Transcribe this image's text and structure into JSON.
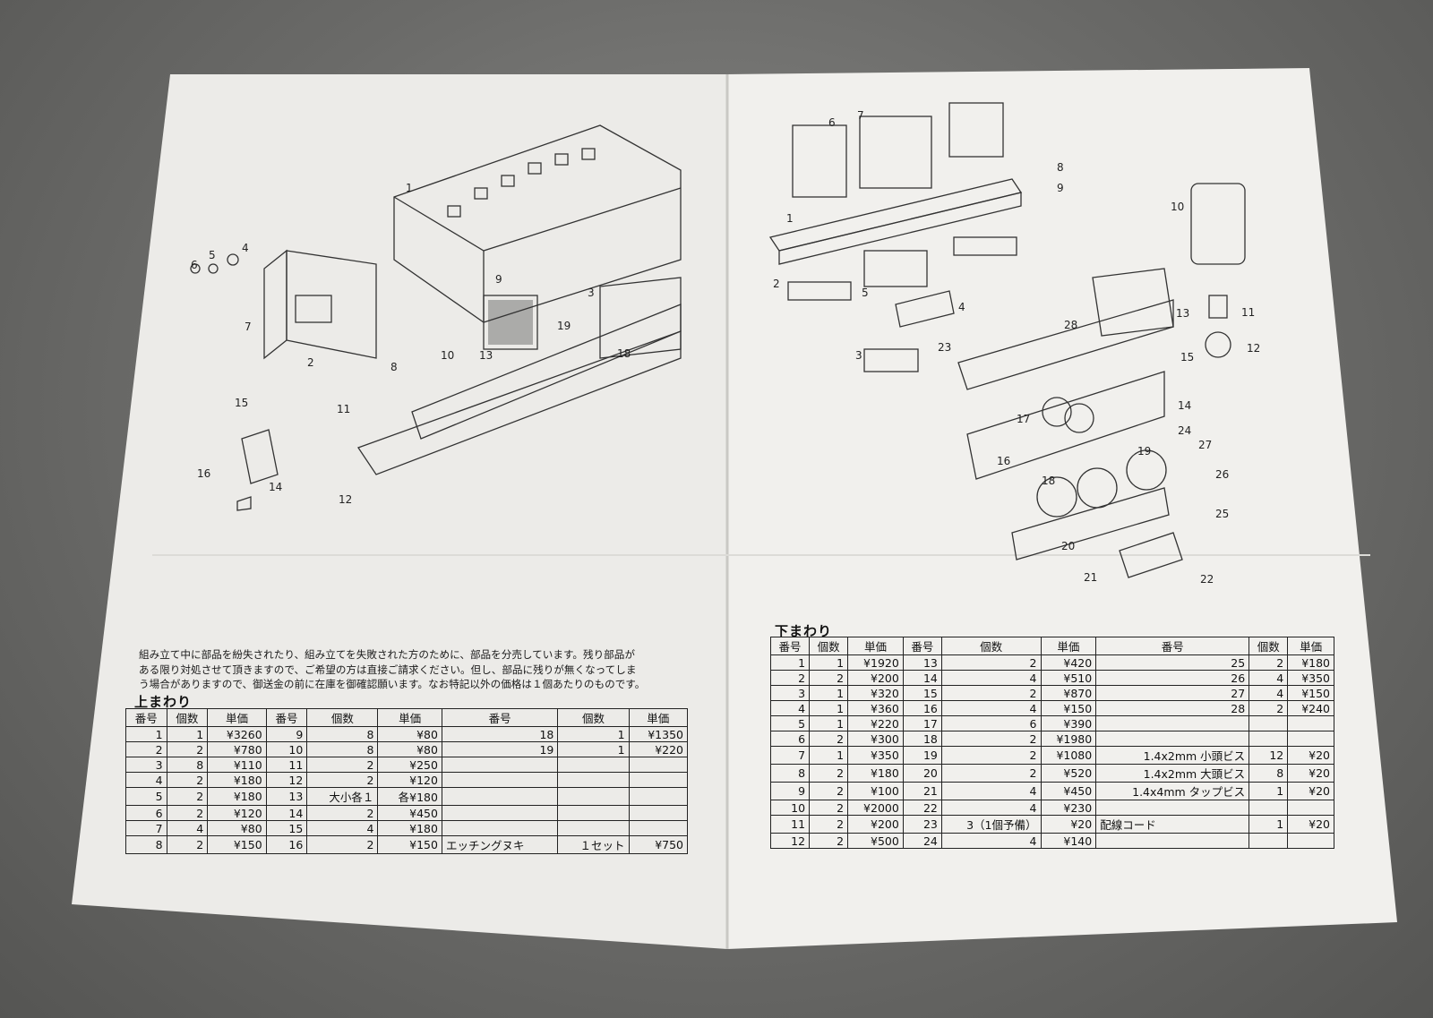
{
  "intro_text": [
    "組み立て中に部品を紛失されたり、組み立てを失敗された方のために、部品を分売しています。残り部品が",
    "ある限り対処させて頂きますので、ご希望の方は直接ご請求ください。但し、部品に残りが無くなってしま",
    "う場合がありますので、御送金の前に在庫を御確認願います。なお特記以外の価格は１個あたりのものです。"
  ],
  "upper": {
    "title": "上まわり",
    "headers": [
      "番号",
      "個数",
      "単価",
      "番号",
      "個数",
      "単価",
      "番号",
      "個数",
      "単価"
    ],
    "rows": [
      [
        "1",
        "1",
        "¥3260",
        "9",
        "8",
        "¥80",
        "18",
        "1",
        "¥1350"
      ],
      [
        "2",
        "2",
        "¥780",
        "10",
        "8",
        "¥80",
        "19",
        "1",
        "¥220"
      ],
      [
        "3",
        "8",
        "¥110",
        "11",
        "2",
        "¥250",
        "",
        "",
        ""
      ],
      [
        "4",
        "2",
        "¥180",
        "12",
        "2",
        "¥120",
        "",
        "",
        ""
      ],
      [
        "5",
        "2",
        "¥180",
        "13",
        "大小各１",
        "各¥180",
        "",
        "",
        ""
      ],
      [
        "6",
        "2",
        "¥120",
        "14",
        "2",
        "¥450",
        "",
        "",
        ""
      ],
      [
        "7",
        "4",
        "¥80",
        "15",
        "4",
        "¥180",
        "",
        "",
        ""
      ],
      [
        "8",
        "2",
        "¥150",
        "16",
        "2",
        "¥150",
        "エッチングヌキ",
        "１セット",
        "¥750"
      ]
    ]
  },
  "lower": {
    "title": "下まわり",
    "headers": [
      "番号",
      "個数",
      "単価",
      "番号",
      "個数",
      "単価",
      "番号",
      "個数",
      "単価"
    ],
    "rows": [
      [
        "1",
        "1",
        "¥1920",
        "13",
        "2",
        "¥420",
        "25",
        "2",
        "¥180"
      ],
      [
        "2",
        "2",
        "¥200",
        "14",
        "4",
        "¥510",
        "26",
        "4",
        "¥350"
      ],
      [
        "3",
        "1",
        "¥320",
        "15",
        "2",
        "¥870",
        "27",
        "4",
        "¥150"
      ],
      [
        "4",
        "1",
        "¥360",
        "16",
        "4",
        "¥150",
        "28",
        "2",
        "¥240"
      ],
      [
        "5",
        "1",
        "¥220",
        "17",
        "6",
        "¥390",
        "",
        "",
        ""
      ],
      [
        "6",
        "2",
        "¥300",
        "18",
        "2",
        "¥1980",
        "",
        "",
        ""
      ],
      [
        "7",
        "1",
        "¥350",
        "19",
        "2",
        "¥1080",
        "1.4x2mm 小頭ビス",
        "12",
        "¥20"
      ],
      [
        "8",
        "2",
        "¥180",
        "20",
        "2",
        "¥520",
        "1.4x2mm 大頭ビス",
        "8",
        "¥20"
      ],
      [
        "9",
        "2",
        "¥100",
        "21",
        "4",
        "¥450",
        "1.4x4mm タップビス",
        "1",
        "¥20"
      ],
      [
        "10",
        "2",
        "¥2000",
        "22",
        "4",
        "¥230",
        "",
        "",
        ""
      ],
      [
        "11",
        "2",
        "¥200",
        "23",
        "3（1個予備）",
        "¥20",
        "配線コード",
        "1",
        "¥20"
      ],
      [
        "12",
        "2",
        "¥500",
        "24",
        "4",
        "¥140",
        "",
        "",
        ""
      ]
    ]
  },
  "callouts_upper": [
    "1",
    "2",
    "3",
    "4",
    "5",
    "6",
    "7",
    "8",
    "9",
    "10",
    "11",
    "12",
    "13",
    "14",
    "15",
    "16",
    "18",
    "19"
  ],
  "callouts_lower": [
    "1",
    "2",
    "3",
    "4",
    "5",
    "6",
    "7",
    "8",
    "9",
    "10",
    "11",
    "12",
    "13",
    "14",
    "15",
    "16",
    "17",
    "18",
    "19",
    "20",
    "21",
    "22",
    "23",
    "24",
    "25",
    "26",
    "27",
    "28"
  ]
}
